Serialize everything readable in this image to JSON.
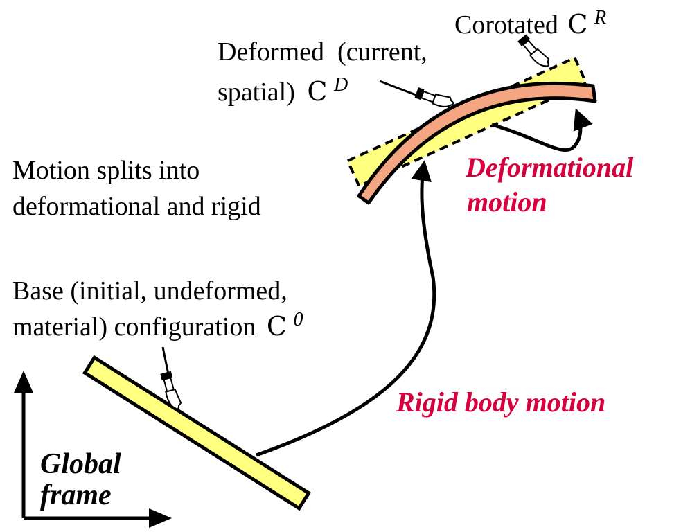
{
  "labels": {
    "corotated_label": "Corotated",
    "corotated_symbol": "C",
    "corotated_sup": "R",
    "deformed_line1": "Deformed  (current,",
    "deformed_line2": "spatial)",
    "deformed_symbol": "C",
    "deformed_sup": "D",
    "split_line1": "Motion splits into",
    "split_line2": "deformational and rigid",
    "base_line1": "Base (initial, undeformed,",
    "base_line2": "material) configuration",
    "base_symbol": "C",
    "base_sup": "0",
    "deformational_line1": "Deformational",
    "deformational_line2": "motion",
    "rigid_motion": "Rigid body motion",
    "frame_line1": "Global",
    "frame_line2": "frame"
  },
  "colors": {
    "base_bar": "#ffff80",
    "corotated_bar": "#ffff80",
    "deformed_bar": "#f4a582",
    "motion_text": "#d6003c",
    "stroke": "#000000"
  },
  "icons": [
    "pointing-hand-icon"
  ]
}
